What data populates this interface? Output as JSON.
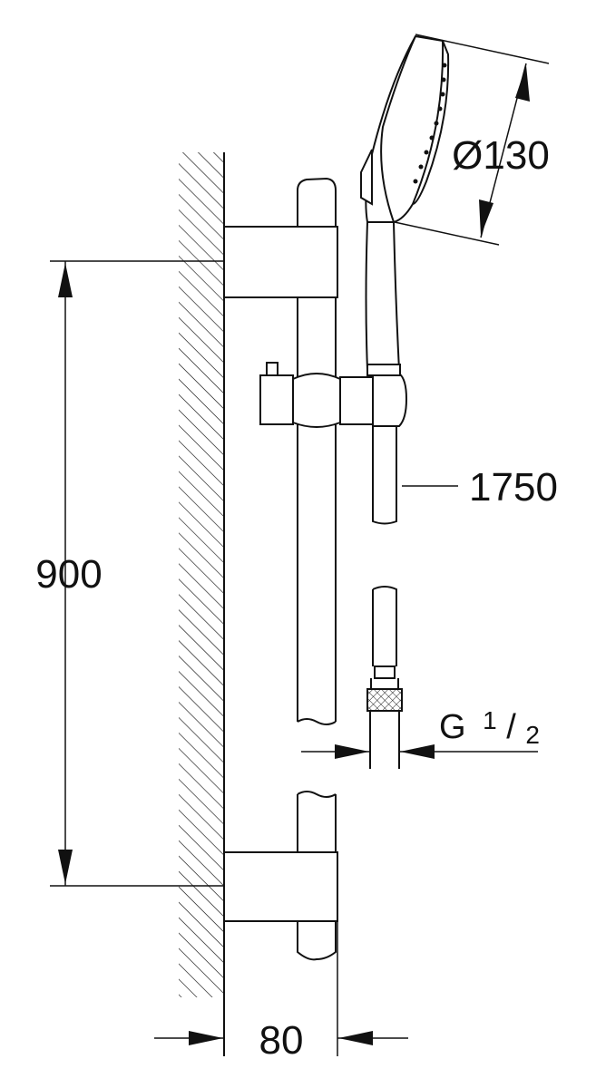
{
  "dimensions": {
    "rail_height": "900",
    "wall_offset": "80",
    "hand_shower_diameter": "Ø130",
    "hose_length": "1750",
    "thread_main": "G",
    "thread_num": "1",
    "thread_slash": "/",
    "thread_den": "2"
  },
  "colors": {
    "line": "#111111",
    "background": "#ffffff"
  }
}
